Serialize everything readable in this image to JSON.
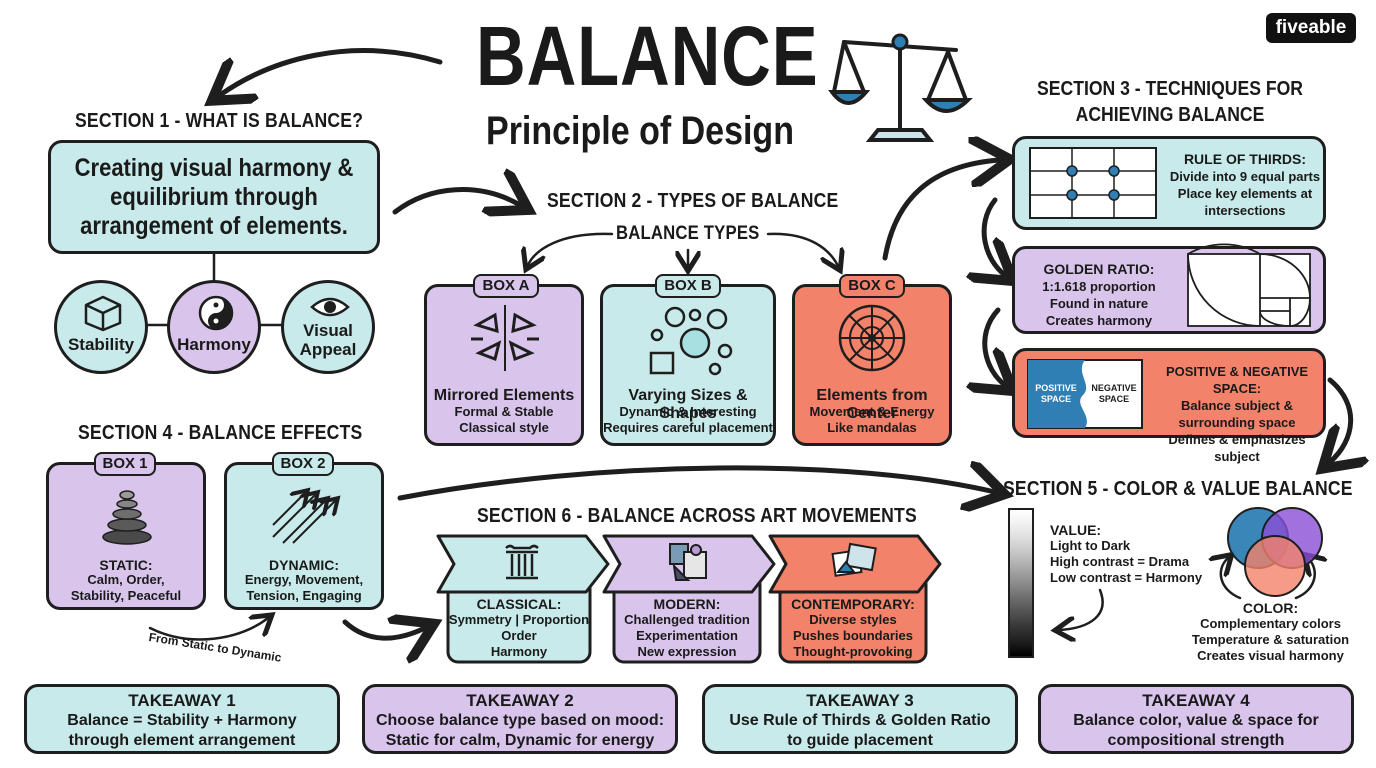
{
  "brand": "fiveable",
  "header": {
    "title": "BALANCE",
    "subtitle": "Principle of Design"
  },
  "section1": {
    "heading": "SECTION 1 - WHAT IS BALANCE?",
    "definition": "Creating visual harmony & equilibrium through arrangement of elements.",
    "circles": [
      "Stability",
      "Harmony",
      "Visual Appeal"
    ]
  },
  "section2": {
    "heading": "SECTION 2 - TYPES OF BALANCE",
    "subheading": "BALANCE TYPES",
    "boxes": [
      {
        "tag": "BOX A",
        "title": "Mirrored Elements",
        "lines": [
          "Formal & Stable",
          "Classical style"
        ]
      },
      {
        "tag": "BOX B",
        "title": "Varying Sizes & Shapes",
        "lines": [
          "Dynamic & Interesting",
          "Requires careful placement"
        ]
      },
      {
        "tag": "BOX C",
        "title": "Elements from Center",
        "lines": [
          "Movement & Energy",
          "Like mandalas"
        ]
      }
    ]
  },
  "section3": {
    "heading_line1": "SECTION 3 - TECHNIQUES FOR",
    "heading_line2": "ACHIEVING BALANCE",
    "rule_of_thirds": {
      "title": "RULE OF THIRDS:",
      "lines": [
        "Divide into 9 equal parts",
        "Place key elements at",
        "intersections"
      ]
    },
    "golden_ratio": {
      "title": "GOLDEN RATIO:",
      "lines": [
        "1:1.618 proportion",
        "Found in nature",
        "Creates harmony"
      ]
    },
    "space": {
      "title": "POSITIVE & NEGATIVE SPACE:",
      "lines": [
        "Balance subject &",
        "surrounding space",
        "Defines & emphasizes subject"
      ],
      "positive_label": "POSITIVE SPACE",
      "negative_label": "NEGATIVE SPACE"
    }
  },
  "section4": {
    "heading": "SECTION 4 - BALANCE EFFECTS",
    "boxes": [
      {
        "tag": "BOX 1",
        "title": "STATIC:",
        "lines": [
          "Calm, Order,",
          "Stability, Peaceful"
        ]
      },
      {
        "tag": "BOX 2",
        "title": "DYNAMIC:",
        "lines": [
          "Energy, Movement,",
          "Tension, Engaging"
        ]
      }
    ],
    "caption": "From Static to Dynamic"
  },
  "section5": {
    "heading": "SECTION 5 - COLOR & VALUE BALANCE",
    "value": {
      "title": "VALUE:",
      "lines": [
        "Light to Dark",
        "High contrast = Drama",
        "Low contrast = Harmony"
      ]
    },
    "color": {
      "title": "COLOR:",
      "lines": [
        "Complementary colors",
        "Temperature & saturation",
        "Creates visual harmony"
      ]
    }
  },
  "section6": {
    "heading": "SECTION 6 - BALANCE ACROSS ART MOVEMENTS",
    "movements": [
      {
        "title": "CLASSICAL:",
        "lines": [
          "Symmetry | Proportion",
          "Order",
          "Harmony"
        ]
      },
      {
        "title": "MODERN:",
        "lines": [
          "Challenged tradition",
          "Experimentation",
          "New expression"
        ]
      },
      {
        "title": "CONTEMPORARY:",
        "lines": [
          "Diverse styles",
          "Pushes boundaries",
          "Thought-provoking"
        ]
      }
    ]
  },
  "takeaways": [
    {
      "title": "TAKEAWAY 1",
      "lines": [
        "Balance = Stability + Harmony",
        "through element arrangement"
      ]
    },
    {
      "title": "TAKEAWAY 2",
      "lines": [
        "Choose balance type based on mood:",
        "Static for calm, Dynamic for energy"
      ]
    },
    {
      "title": "TAKEAWAY 3",
      "lines": [
        "Use Rule of Thirds & Golden Ratio",
        "to guide placement"
      ]
    },
    {
      "title": "TAKEAWAY 4",
      "lines": [
        "Balance color, value & space for",
        "compositional strength"
      ]
    }
  ],
  "colors": {
    "teal": "#c8eaea",
    "purple": "#d9c5ec",
    "coral": "#f2826a",
    "blue": "#2f7fb5"
  }
}
